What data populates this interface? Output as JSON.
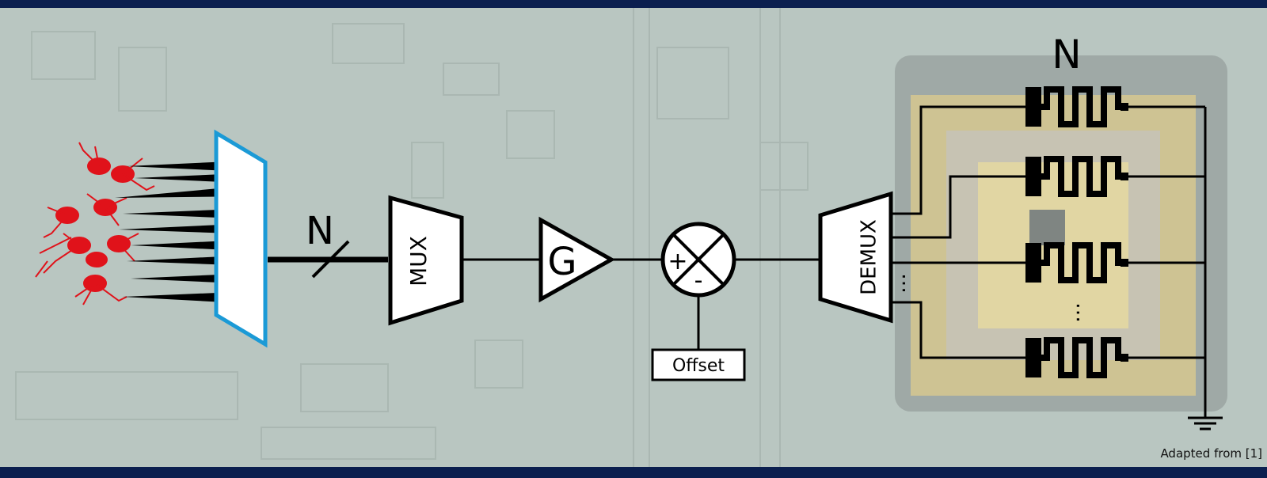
{
  "diagram": {
    "left_bus_label": "N",
    "mux_label": "MUX",
    "gain_label": "G",
    "plus_sign": "+",
    "minus_sign": "-",
    "offset_label": "Offset",
    "demux_label": "DEMUX",
    "right_count_label": "N",
    "ellipsis": "…",
    "caption": "Adapted from [1]"
  },
  "colors": {
    "border": "#0b1f4f",
    "background": "#b9c6c1",
    "electrode_frame": "#1b9ad6",
    "neuron": "#e0121a",
    "line": "#000000"
  }
}
